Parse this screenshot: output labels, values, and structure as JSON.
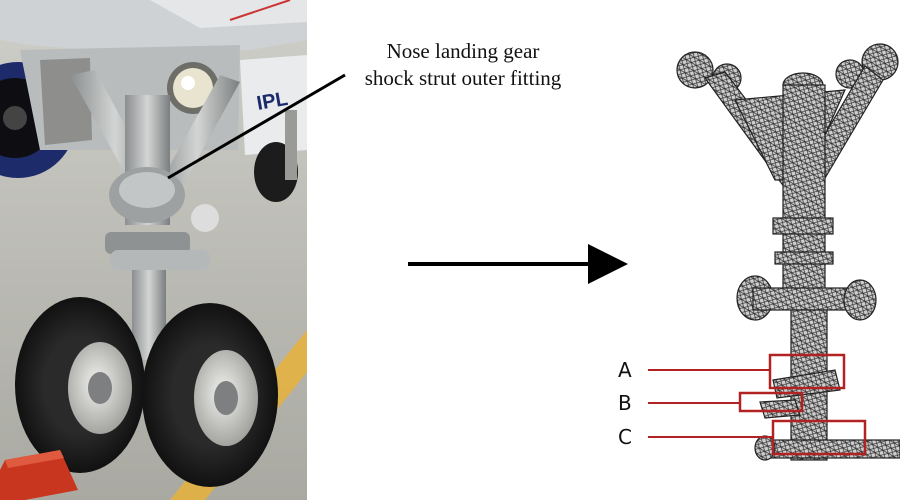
{
  "callout": {
    "line1": "Nose landing gear",
    "line2": "shock strut outer fitting"
  },
  "mesh_zones": [
    {
      "label": "A"
    },
    {
      "label": "B"
    },
    {
      "label": "C"
    }
  ],
  "colors": {
    "zone_box": "#b22222",
    "mesh": "#3a3a3a",
    "arrow": "#000000"
  }
}
